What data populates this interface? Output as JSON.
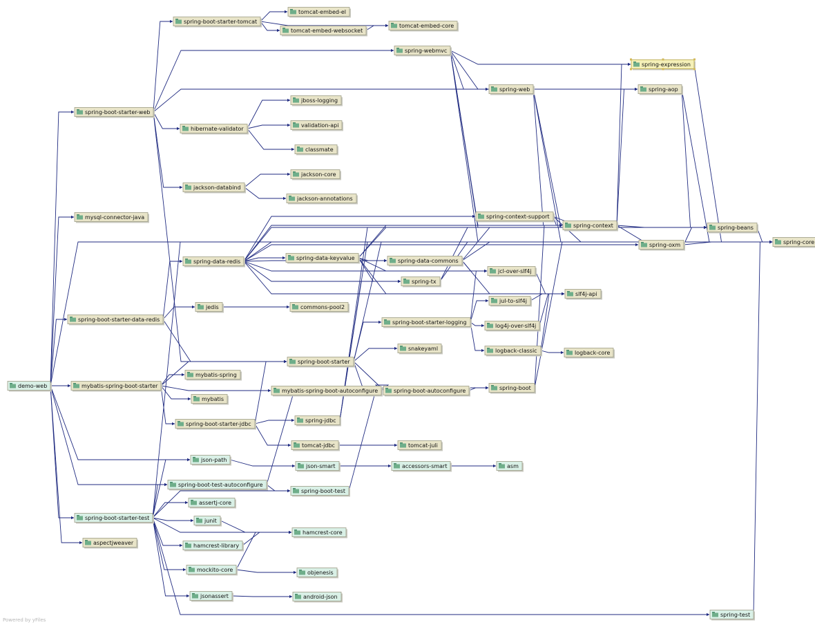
{
  "footer": "Powered by yFiles",
  "colors": {
    "edge": "#1f2a80",
    "compile_node": "#e8e4c8",
    "test_node": "#d9f0e6",
    "selected_node": "#f5f0b8",
    "package_icon": "#6fae8a"
  },
  "icon": "package-icon",
  "nodes": [
    {
      "id": "demo-web",
      "label": "demo-web",
      "scope": "test-root"
    },
    {
      "id": "spring-boot-starter-web",
      "label": "spring-boot-starter-web",
      "scope": "compile"
    },
    {
      "id": "mysql-connector-java",
      "label": "mysql-connector-java",
      "scope": "compile"
    },
    {
      "id": "spring-boot-starter-data-redis",
      "label": "spring-boot-starter-data-redis",
      "scope": "compile"
    },
    {
      "id": "mybatis-spring-boot-starter",
      "label": "mybatis-spring-boot-starter",
      "scope": "compile"
    },
    {
      "id": "spring-boot-starter-test",
      "label": "spring-boot-starter-test",
      "scope": "test"
    },
    {
      "id": "aspectjweaver",
      "label": "aspectjweaver",
      "scope": "compile"
    },
    {
      "id": "spring-boot-starter-tomcat",
      "label": "spring-boot-starter-tomcat",
      "scope": "compile"
    },
    {
      "id": "hibernate-validator",
      "label": "hibernate-validator",
      "scope": "compile"
    },
    {
      "id": "jackson-databind",
      "label": "jackson-databind",
      "scope": "compile"
    },
    {
      "id": "spring-data-redis",
      "label": "spring-data-redis",
      "scope": "compile"
    },
    {
      "id": "jedis",
      "label": "jedis",
      "scope": "compile"
    },
    {
      "id": "mybatis-spring",
      "label": "mybatis-spring",
      "scope": "compile"
    },
    {
      "id": "mybatis",
      "label": "mybatis",
      "scope": "compile"
    },
    {
      "id": "spring-boot-starter-jdbc",
      "label": "spring-boot-starter-jdbc",
      "scope": "compile"
    },
    {
      "id": "json-path",
      "label": "json-path",
      "scope": "test"
    },
    {
      "id": "spring-boot-test-autoconfigure",
      "label": "spring-boot-test-autoconfigure",
      "scope": "test"
    },
    {
      "id": "assertj-core",
      "label": "assertj-core",
      "scope": "test"
    },
    {
      "id": "junit",
      "label": "junit",
      "scope": "test"
    },
    {
      "id": "hamcrest-library",
      "label": "hamcrest-library",
      "scope": "test"
    },
    {
      "id": "mockito-core",
      "label": "mockito-core",
      "scope": "test"
    },
    {
      "id": "jsonassert",
      "label": "jsonassert",
      "scope": "test"
    },
    {
      "id": "tomcat-embed-el",
      "label": "tomcat-embed-el",
      "scope": "compile"
    },
    {
      "id": "tomcat-embed-websocket",
      "label": "tomcat-embed-websocket",
      "scope": "compile"
    },
    {
      "id": "tomcat-embed-core",
      "label": "tomcat-embed-core",
      "scope": "compile"
    },
    {
      "id": "jboss-logging",
      "label": "jboss-logging",
      "scope": "compile"
    },
    {
      "id": "validation-api",
      "label": "validation-api",
      "scope": "compile"
    },
    {
      "id": "classmate",
      "label": "classmate",
      "scope": "compile"
    },
    {
      "id": "jackson-core",
      "label": "jackson-core",
      "scope": "compile"
    },
    {
      "id": "jackson-annotations",
      "label": "jackson-annotations",
      "scope": "compile"
    },
    {
      "id": "spring-data-keyvalue",
      "label": "spring-data-keyvalue",
      "scope": "compile"
    },
    {
      "id": "commons-pool2",
      "label": "commons-pool2",
      "scope": "compile"
    },
    {
      "id": "spring-boot-starter",
      "label": "spring-boot-starter",
      "scope": "compile"
    },
    {
      "id": "mybatis-spring-boot-autoconfigure",
      "label": "mybatis-spring-boot-autoconfigure",
      "scope": "compile"
    },
    {
      "id": "spring-jdbc",
      "label": "spring-jdbc",
      "scope": "compile"
    },
    {
      "id": "tomcat-jdbc",
      "label": "tomcat-jdbc",
      "scope": "compile"
    },
    {
      "id": "json-smart",
      "label": "json-smart",
      "scope": "test"
    },
    {
      "id": "spring-boot-test",
      "label": "spring-boot-test",
      "scope": "test"
    },
    {
      "id": "hamcrest-core",
      "label": "hamcrest-core",
      "scope": "test"
    },
    {
      "id": "objenesis",
      "label": "objenesis",
      "scope": "test"
    },
    {
      "id": "android-json",
      "label": "android-json",
      "scope": "test"
    },
    {
      "id": "spring-webmvc",
      "label": "spring-webmvc",
      "scope": "compile"
    },
    {
      "id": "spring-data-commons",
      "label": "spring-data-commons",
      "scope": "compile"
    },
    {
      "id": "spring-tx",
      "label": "spring-tx",
      "scope": "compile"
    },
    {
      "id": "spring-boot-starter-logging",
      "label": "spring-boot-starter-logging",
      "scope": "compile"
    },
    {
      "id": "snakeyaml",
      "label": "snakeyaml",
      "scope": "compile"
    },
    {
      "id": "spring-boot-autoconfigure",
      "label": "spring-boot-autoconfigure",
      "scope": "compile"
    },
    {
      "id": "tomcat-juli",
      "label": "tomcat-juli",
      "scope": "compile"
    },
    {
      "id": "accessors-smart",
      "label": "accessors-smart",
      "scope": "test"
    },
    {
      "id": "spring-web",
      "label": "spring-web",
      "scope": "compile"
    },
    {
      "id": "spring-context-support",
      "label": "spring-context-support",
      "scope": "compile"
    },
    {
      "id": "jcl-over-slf4j",
      "label": "jcl-over-slf4j",
      "scope": "compile"
    },
    {
      "id": "jul-to-slf4j",
      "label": "jul-to-slf4j",
      "scope": "compile"
    },
    {
      "id": "log4j-over-slf4j",
      "label": "log4j-over-slf4j",
      "scope": "compile"
    },
    {
      "id": "logback-classic",
      "label": "logback-classic",
      "scope": "compile"
    },
    {
      "id": "spring-boot",
      "label": "spring-boot",
      "scope": "compile"
    },
    {
      "id": "asm",
      "label": "asm",
      "scope": "test"
    },
    {
      "id": "spring-context",
      "label": "spring-context",
      "scope": "compile"
    },
    {
      "id": "slf4j-api",
      "label": "slf4j-api",
      "scope": "compile"
    },
    {
      "id": "logback-core",
      "label": "logback-core",
      "scope": "compile"
    },
    {
      "id": "spring-expression",
      "label": "spring-expression",
      "scope": "compile",
      "selected": true
    },
    {
      "id": "spring-aop",
      "label": "spring-aop",
      "scope": "compile"
    },
    {
      "id": "spring-oxm",
      "label": "spring-oxm",
      "scope": "compile"
    },
    {
      "id": "spring-beans",
      "label": "spring-beans",
      "scope": "compile"
    },
    {
      "id": "spring-core",
      "label": "spring-core",
      "scope": "compile"
    },
    {
      "id": "spring-test",
      "label": "spring-test",
      "scope": "test"
    }
  ],
  "edges": [
    [
      "demo-web",
      "spring-boot-starter-web"
    ],
    [
      "demo-web",
      "mysql-connector-java"
    ],
    [
      "demo-web",
      "spring-boot-starter-data-redis"
    ],
    [
      "demo-web",
      "mybatis-spring-boot-starter"
    ],
    [
      "demo-web",
      "spring-boot-starter-test"
    ],
    [
      "demo-web",
      "aspectjweaver"
    ],
    [
      "demo-web",
      "json-path"
    ],
    [
      "demo-web",
      "spring-boot-test-autoconfigure"
    ],
    [
      "demo-web",
      "spring-core"
    ],
    [
      "spring-boot-starter-web",
      "spring-boot-starter-tomcat"
    ],
    [
      "spring-boot-starter-web",
      "spring-webmvc"
    ],
    [
      "spring-boot-starter-web",
      "spring-web"
    ],
    [
      "spring-boot-starter-web",
      "hibernate-validator"
    ],
    [
      "spring-boot-starter-web",
      "jackson-databind"
    ],
    [
      "spring-boot-starter-web",
      "spring-boot-starter"
    ],
    [
      "spring-boot-starter-tomcat",
      "tomcat-embed-el"
    ],
    [
      "spring-boot-starter-tomcat",
      "tomcat-embed-core"
    ],
    [
      "spring-boot-starter-tomcat",
      "tomcat-embed-websocket"
    ],
    [
      "tomcat-embed-websocket",
      "tomcat-embed-core"
    ],
    [
      "hibernate-validator",
      "jboss-logging"
    ],
    [
      "hibernate-validator",
      "validation-api"
    ],
    [
      "hibernate-validator",
      "classmate"
    ],
    [
      "jackson-databind",
      "jackson-core"
    ],
    [
      "jackson-databind",
      "jackson-annotations"
    ],
    [
      "spring-boot-starter-data-redis",
      "spring-data-redis"
    ],
    [
      "spring-boot-starter-data-redis",
      "jedis"
    ],
    [
      "spring-boot-starter-data-redis",
      "spring-boot-starter"
    ],
    [
      "jedis",
      "commons-pool2"
    ],
    [
      "spring-data-redis",
      "spring-data-keyvalue"
    ],
    [
      "spring-data-redis",
      "spring-context-support"
    ],
    [
      "spring-data-redis",
      "spring-context"
    ],
    [
      "spring-data-redis",
      "spring-oxm"
    ],
    [
      "spring-data-redis",
      "spring-data-commons"
    ],
    [
      "spring-data-redis",
      "spring-tx"
    ],
    [
      "spring-data-redis",
      "jcl-over-slf4j"
    ],
    [
      "spring-data-redis",
      "slf4j-api"
    ],
    [
      "spring-data-redis",
      "spring-beans"
    ],
    [
      "spring-data-redis",
      "spring-core"
    ],
    [
      "spring-data-keyvalue",
      "spring-data-commons"
    ],
    [
      "spring-data-keyvalue",
      "spring-context"
    ],
    [
      "spring-data-keyvalue",
      "spring-tx"
    ],
    [
      "spring-data-keyvalue",
      "slf4j-api"
    ],
    [
      "spring-data-keyvalue",
      "spring-beans"
    ],
    [
      "spring-data-keyvalue",
      "jcl-over-slf4j"
    ],
    [
      "spring-data-commons",
      "spring-core"
    ],
    [
      "spring-data-commons",
      "spring-beans"
    ],
    [
      "spring-data-commons",
      "slf4j-api"
    ],
    [
      "spring-data-commons",
      "jcl-over-slf4j"
    ],
    [
      "spring-tx",
      "spring-beans"
    ],
    [
      "spring-tx",
      "spring-core"
    ],
    [
      "mybatis-spring-boot-starter",
      "spring-boot-starter"
    ],
    [
      "mybatis-spring-boot-starter",
      "mybatis-spring"
    ],
    [
      "mybatis-spring-boot-starter",
      "mybatis"
    ],
    [
      "mybatis-spring-boot-starter",
      "mybatis-spring-boot-autoconfigure"
    ],
    [
      "mybatis-spring-boot-starter",
      "spring-boot-starter-jdbc"
    ],
    [
      "mybatis-spring-boot-autoconfigure",
      "spring-boot-autoconfigure"
    ],
    [
      "spring-boot-starter-jdbc",
      "spring-boot-starter"
    ],
    [
      "spring-boot-starter-jdbc",
      "spring-jdbc"
    ],
    [
      "spring-boot-starter-jdbc",
      "tomcat-jdbc"
    ],
    [
      "spring-jdbc",
      "spring-tx"
    ],
    [
      "spring-jdbc",
      "spring-beans"
    ],
    [
      "spring-jdbc",
      "spring-core"
    ],
    [
      "tomcat-jdbc",
      "tomcat-juli"
    ],
    [
      "spring-boot-starter",
      "spring-boot-starter-logging"
    ],
    [
      "spring-boot-starter",
      "snakeyaml"
    ],
    [
      "spring-boot-starter",
      "spring-boot-autoconfigure"
    ],
    [
      "spring-boot-starter",
      "spring-boot"
    ],
    [
      "spring-boot-starter",
      "spring-core"
    ],
    [
      "spring-boot-starter-logging",
      "jcl-over-slf4j"
    ],
    [
      "spring-boot-starter-logging",
      "jul-to-slf4j"
    ],
    [
      "spring-boot-starter-logging",
      "log4j-over-slf4j"
    ],
    [
      "spring-boot-starter-logging",
      "logback-classic"
    ],
    [
      "jcl-over-slf4j",
      "slf4j-api"
    ],
    [
      "jul-to-slf4j",
      "slf4j-api"
    ],
    [
      "log4j-over-slf4j",
      "slf4j-api"
    ],
    [
      "logback-classic",
      "slf4j-api"
    ],
    [
      "logback-classic",
      "logback-core"
    ],
    [
      "spring-boot-autoconfigure",
      "spring-boot"
    ],
    [
      "spring-boot",
      "spring-context"
    ],
    [
      "spring-boot",
      "spring-core"
    ],
    [
      "spring-webmvc",
      "spring-web"
    ],
    [
      "spring-webmvc",
      "spring-expression"
    ],
    [
      "spring-webmvc",
      "spring-aop"
    ],
    [
      "spring-webmvc",
      "spring-context"
    ],
    [
      "spring-webmvc",
      "spring-beans"
    ],
    [
      "spring-webmvc",
      "spring-core"
    ],
    [
      "spring-web",
      "spring-aop"
    ],
    [
      "spring-web",
      "spring-context"
    ],
    [
      "spring-web",
      "spring-beans"
    ],
    [
      "spring-web",
      "spring-core"
    ],
    [
      "spring-context-support",
      "spring-context"
    ],
    [
      "spring-context-support",
      "spring-beans"
    ],
    [
      "spring-context-support",
      "spring-core"
    ],
    [
      "spring-context",
      "spring-expression"
    ],
    [
      "spring-context",
      "spring-aop"
    ],
    [
      "spring-context",
      "spring-beans"
    ],
    [
      "spring-context",
      "spring-core"
    ],
    [
      "spring-expression",
      "spring-core"
    ],
    [
      "spring-aop",
      "spring-beans"
    ],
    [
      "spring-aop",
      "spring-core"
    ],
    [
      "spring-oxm",
      "spring-beans"
    ],
    [
      "spring-oxm",
      "spring-core"
    ],
    [
      "spring-beans",
      "spring-core"
    ],
    [
      "spring-boot-starter-test",
      "spring-boot-test"
    ],
    [
      "spring-boot-starter-test",
      "spring-boot-test-autoconfigure"
    ],
    [
      "spring-boot-starter-test",
      "json-path"
    ],
    [
      "spring-boot-starter-test",
      "assertj-core"
    ],
    [
      "spring-boot-starter-test",
      "junit"
    ],
    [
      "spring-boot-starter-test",
      "hamcrest-core"
    ],
    [
      "spring-boot-starter-test",
      "hamcrest-library"
    ],
    [
      "spring-boot-starter-test",
      "mockito-core"
    ],
    [
      "spring-boot-starter-test",
      "jsonassert"
    ],
    [
      "spring-boot-starter-test",
      "spring-test"
    ],
    [
      "spring-boot-starter-test",
      "spring-core"
    ],
    [
      "spring-boot-test-autoconfigure",
      "spring-boot-test"
    ],
    [
      "spring-boot-test-autoconfigure",
      "spring-boot-autoconfigure"
    ],
    [
      "spring-boot-test",
      "spring-boot"
    ],
    [
      "json-path",
      "json-smart"
    ],
    [
      "json-smart",
      "accessors-smart"
    ],
    [
      "accessors-smart",
      "asm"
    ],
    [
      "junit",
      "hamcrest-core"
    ],
    [
      "hamcrest-library",
      "hamcrest-core"
    ],
    [
      "mockito-core",
      "hamcrest-core"
    ],
    [
      "mockito-core",
      "objenesis"
    ],
    [
      "jsonassert",
      "android-json"
    ],
    [
      "spring-test",
      "spring-core"
    ]
  ]
}
